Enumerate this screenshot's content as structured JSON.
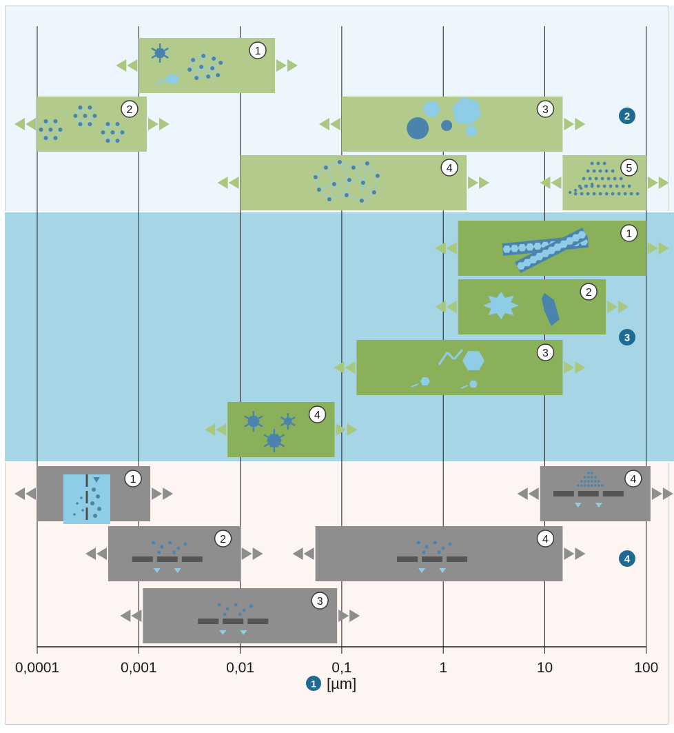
{
  "colors": {
    "zone_top": "#edf6fc",
    "zone_mid": "#a6d5e5",
    "zone_bottom": "#fef4f1",
    "bar_light_green": "#b2cb8c",
    "bar_dark_green": "#8bb05a",
    "bar_gray": "#8e8e8e",
    "arrow_green": "#a9c77d",
    "arrow_gray": "#8e8e8e",
    "icon_dark_blue": "#4a84ad",
    "icon_light_blue": "#8fcde6",
    "badge_fill": "#1f6a93",
    "grid_line": "#1a1a1a"
  },
  "chart_data": {
    "type": "range-bar",
    "x_scale": "log",
    "x_ticks": [
      {
        "value": 0.0001,
        "label": "0,0001"
      },
      {
        "value": 0.001,
        "label": "0,001"
      },
      {
        "value": 0.01,
        "label": "0,01"
      },
      {
        "value": 0.1,
        "label": "0,1"
      },
      {
        "value": 1,
        "label": "1"
      },
      {
        "value": 10,
        "label": "10"
      },
      {
        "value": 100,
        "label": "100"
      }
    ],
    "axis_badge": "1",
    "axis_unit": "[µm]",
    "groups": [
      {
        "badge": "2",
        "bars": [
          {
            "label": "1",
            "from": 0.001,
            "to": 0.022,
            "icon": "virus-network-icon"
          },
          {
            "label": "2",
            "from": 0.0001,
            "to": 0.0012,
            "icon": "molecule-cluster-icon"
          },
          {
            "label": "3",
            "from": 0.1,
            "to": 15,
            "icon": "particles-icon"
          },
          {
            "label": "4",
            "from": 0.01,
            "to": 1.7,
            "icon": "network-icon"
          },
          {
            "label": "5",
            "from": 15,
            "to": 100,
            "icon": "dust-pile-icon"
          }
        ]
      },
      {
        "badge": "3",
        "bars": [
          {
            "label": "1",
            "from": 1.4,
            "to": 100,
            "icon": "fibers-icon"
          },
          {
            "label": "2",
            "from": 1.4,
            "to": 40,
            "icon": "splash-icon"
          },
          {
            "label": "3",
            "from": 0.14,
            "to": 15,
            "icon": "fragments-icon"
          },
          {
            "label": "4",
            "from": 0.0075,
            "to": 0.085,
            "icon": "virus-icon"
          }
        ]
      },
      {
        "badge": "4",
        "bars": [
          {
            "label": "1",
            "from": 0.0001,
            "to": 0.0013,
            "icon": "membrane-icon"
          },
          {
            "label": "4",
            "from": 9,
            "to": 110,
            "icon": "sieve-pile-icon"
          },
          {
            "label": "2",
            "from": 0.0005,
            "to": 0.01,
            "icon": "sieve-icon"
          },
          {
            "label": "4",
            "from": 0.055,
            "to": 15,
            "icon": "sieve-icon"
          },
          {
            "label": "3",
            "from": 0.0011,
            "to": 0.09,
            "icon": "sieve-icon"
          }
        ]
      }
    ]
  }
}
